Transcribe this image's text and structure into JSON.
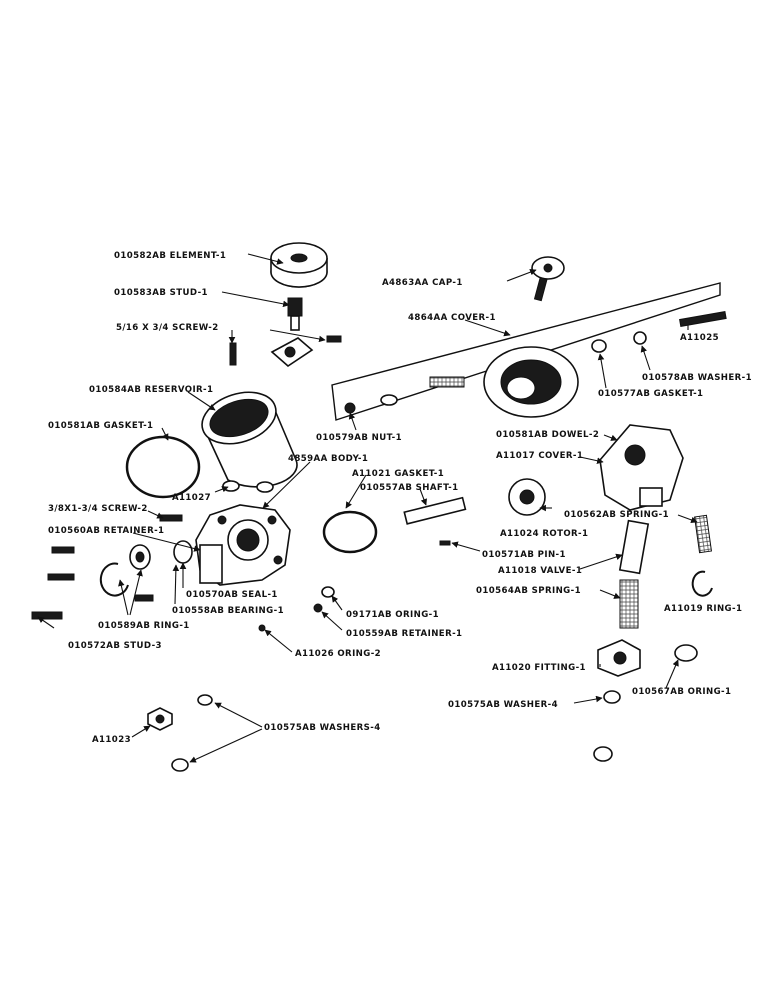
{
  "labels": {
    "element": "010582AB ELEMENT-1",
    "stud1": "010583AB STUD-1",
    "screw_small": "5/16 X 3/4 SCREW-2",
    "reservoir": "010584AB RESERVOIR-1",
    "gasket_res": "010581AB GASKET-1",
    "a11027": "A11027",
    "screw_38": "3/8X1-3/4 SCREW-2",
    "retainer": "010560AB RETAINER-1",
    "stud3": "010572AB STUD-3",
    "ring589": "010589AB RING-1",
    "seal": "010570AB SEAL-1",
    "bearing": "010558AB BEARING-1",
    "body": "4859AA BODY-1",
    "a11026": "A11026 ORING-2",
    "cap": "A4863AA CAP-1",
    "cover4864": "4864AA COVER-1",
    "a11025": "A11025",
    "washer578": "010578AB WASHER-1",
    "gasket577": "010577AB GASKET-1",
    "nut579": "010579AB NUT-1",
    "dowel": "010581AB DOWEL-2",
    "cover_a11017": "A11017 COVER-1",
    "gasket_a11021": "A11021 GASKET-1",
    "shaft": "010557AB SHAFT-1",
    "rotor": "A11024 ROTOR-1",
    "spring582": "010562AB SPRING-1",
    "pin": "010571AB PIN-1",
    "valve": "A11018 VALVE-1",
    "spring564": "010564AB SPRING-1",
    "ring_a11019": "A11019 RING-1",
    "oring917": "09171AB ORING-1",
    "retainer559": "010559AB RETAINER-1",
    "fitting": "A11020 FITTING-1",
    "oring567": "010567AB ORING-1",
    "washer575_4": "010575AB WASHER-4",
    "a11023": "A11023",
    "washers575": "010575AB WASHERS-4"
  }
}
